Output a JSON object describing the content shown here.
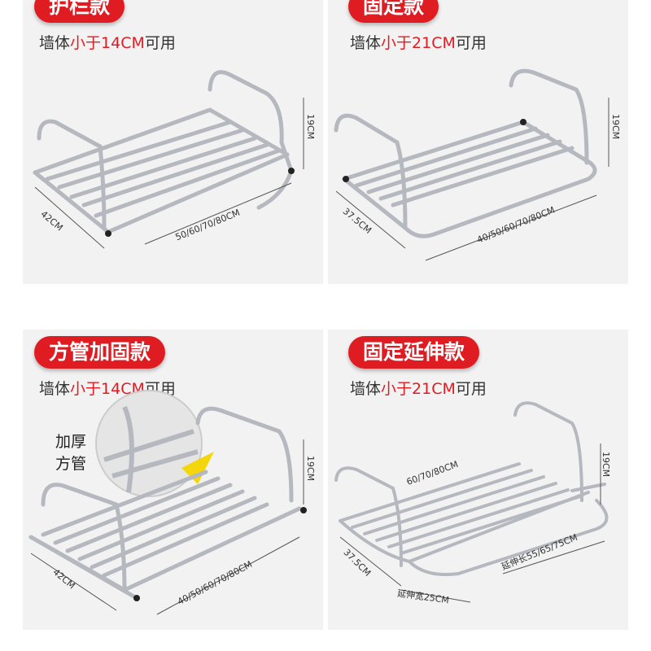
{
  "panels": [
    {
      "badge": "护栏款",
      "note_prefix": "墙体",
      "note_highlight": "小于14CM",
      "note_suffix": "可用",
      "dims": {
        "height": "19CM",
        "depth": "42CM",
        "length": "50/60/70/80CM"
      }
    },
    {
      "badge": "固定款",
      "note_prefix": "墙体",
      "note_highlight": "小于21CM",
      "note_suffix": "可用",
      "dims": {
        "height": "19CM",
        "depth": "37.5CM",
        "length": "40/50/60/70/80CM"
      }
    },
    {
      "badge": "方管加固款",
      "note_prefix": "墙体",
      "note_highlight": "小于14CM",
      "note_suffix": "可用",
      "thick_label_1": "加厚",
      "thick_label_2": "方管",
      "dims": {
        "height": "19CM",
        "depth": "42CM",
        "length": "40/50/60/70/80CM"
      }
    },
    {
      "badge": "固定延伸款",
      "note_prefix": "墙体",
      "note_highlight": "小于21CM",
      "note_suffix": "可用",
      "dims": {
        "height": "19CM",
        "depth": "37.5CM",
        "length": "60/70/80CM",
        "extend_length": "延伸长55/65/75CM",
        "extend_width": "延伸宽25CM"
      }
    }
  ],
  "colors": {
    "accent": "#e01c23",
    "panel_bg": "#f2f2f2",
    "steel": "#b8bcc2"
  }
}
